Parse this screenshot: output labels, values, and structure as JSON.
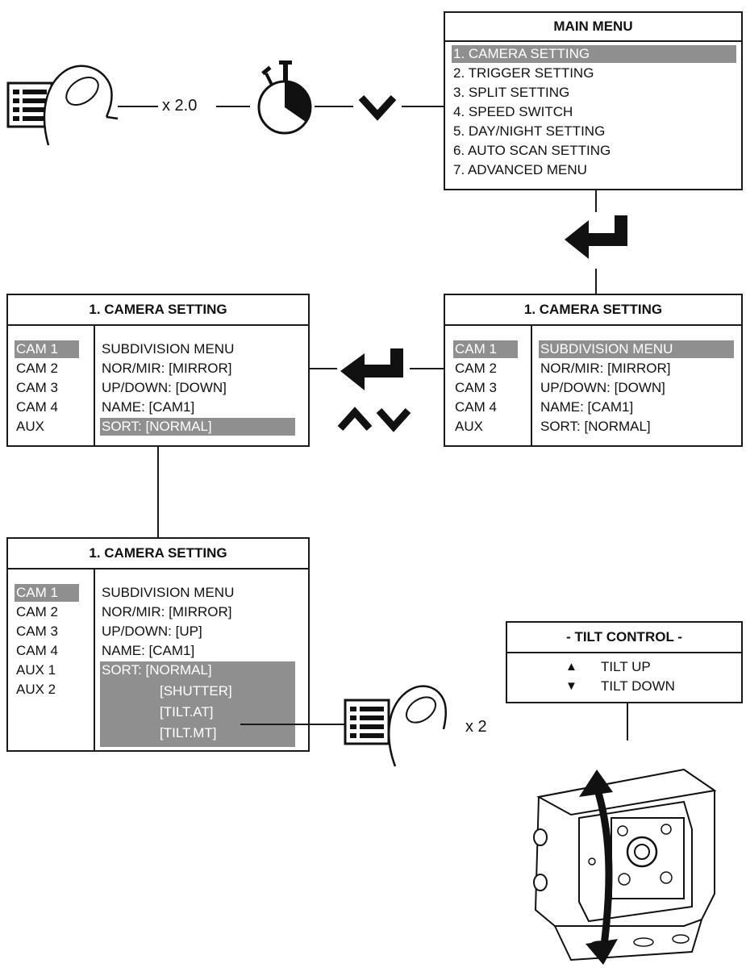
{
  "top_flow": {
    "press_count_label": "x 2.0"
  },
  "main_menu": {
    "title": "MAIN MENU",
    "items": [
      "1. CAMERA SETTING",
      "2. TRIGGER SETTING",
      "3. SPLIT SETTING",
      "4. SPEED SWITCH",
      "5. DAY/NIGHT SETTING",
      "6. AUTO SCAN SETTING",
      "7. ADVANCED MENU"
    ]
  },
  "camera_setting_right": {
    "title": "1. CAMERA SETTING",
    "cams": [
      "CAM 1",
      "CAM 2",
      "CAM 3",
      "CAM 4",
      "AUX"
    ],
    "options": [
      "SUBDIVISION MENU",
      "NOR/MIR: [MIRROR]",
      "UP/DOWN: [DOWN]",
      "NAME: [CAM1]",
      "SORT: [NORMAL]"
    ]
  },
  "camera_setting_left": {
    "title": "1. CAMERA SETTING",
    "cams": [
      "CAM 1",
      "CAM 2",
      "CAM 3",
      "CAM 4",
      "AUX"
    ],
    "options": [
      "SUBDIVISION MENU",
      "NOR/MIR: [MIRROR]",
      "UP/DOWN: [DOWN]",
      "NAME: [CAM1]",
      "SORT: [NORMAL]"
    ]
  },
  "camera_setting_bottom": {
    "title": "1. CAMERA SETTING",
    "cams": [
      "CAM 1",
      "CAM 2",
      "CAM 3",
      "CAM 4",
      "AUX 1",
      "AUX 2"
    ],
    "options": [
      "SUBDIVISION MENU",
      "NOR/MIR: [MIRROR]",
      "UP/DOWN: [UP]",
      "NAME: [CAM1]",
      "SORT: [NORMAL]"
    ],
    "sort_values": [
      "[SHUTTER]",
      "[TILT.AT]",
      "[TILT.MT]"
    ]
  },
  "bottom_flow": {
    "press_count_label": "x 2"
  },
  "tilt_control": {
    "title": "- TILT CONTROL -",
    "up_symbol": "▲",
    "up_label": "TILT UP",
    "down_symbol": "▼",
    "down_label": "TILT DOWN"
  },
  "colors": {
    "highlight": "#8f8f8f",
    "line": "#1a1a1a"
  }
}
